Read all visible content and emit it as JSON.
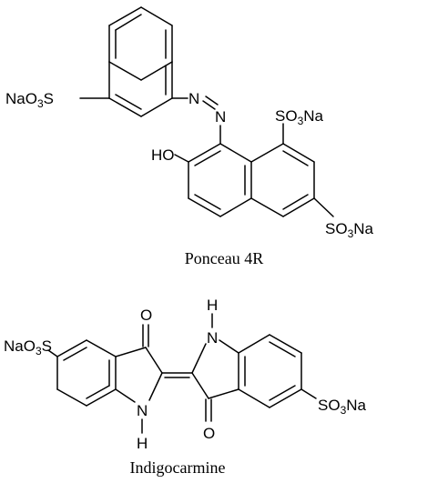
{
  "figure": {
    "molecules": [
      {
        "id": "ponceau-4r",
        "caption": "Ponceau 4R",
        "labels": {
          "nao3s": {
            "pre": "NaO",
            "sub": "3",
            "post": "S"
          },
          "so3na_top": {
            "pre": "SO",
            "sub": "3",
            "post": "Na"
          },
          "so3na_bottom": {
            "pre": "SO",
            "sub": "3",
            "post": "Na"
          },
          "ho": "HO",
          "n1": "N",
          "n2": "N"
        }
      },
      {
        "id": "indigocarmine",
        "caption": "Indigocarmine",
        "labels": {
          "nao3s": {
            "pre": "NaO",
            "sub": "3",
            "post": "S"
          },
          "so3na": {
            "pre": "SO",
            "sub": "3",
            "post": "Na"
          },
          "o_top": "O",
          "o_bottom": "O",
          "n_left": "N",
          "h_left": "H",
          "n_right": "N",
          "h_right": "H"
        }
      }
    ]
  }
}
